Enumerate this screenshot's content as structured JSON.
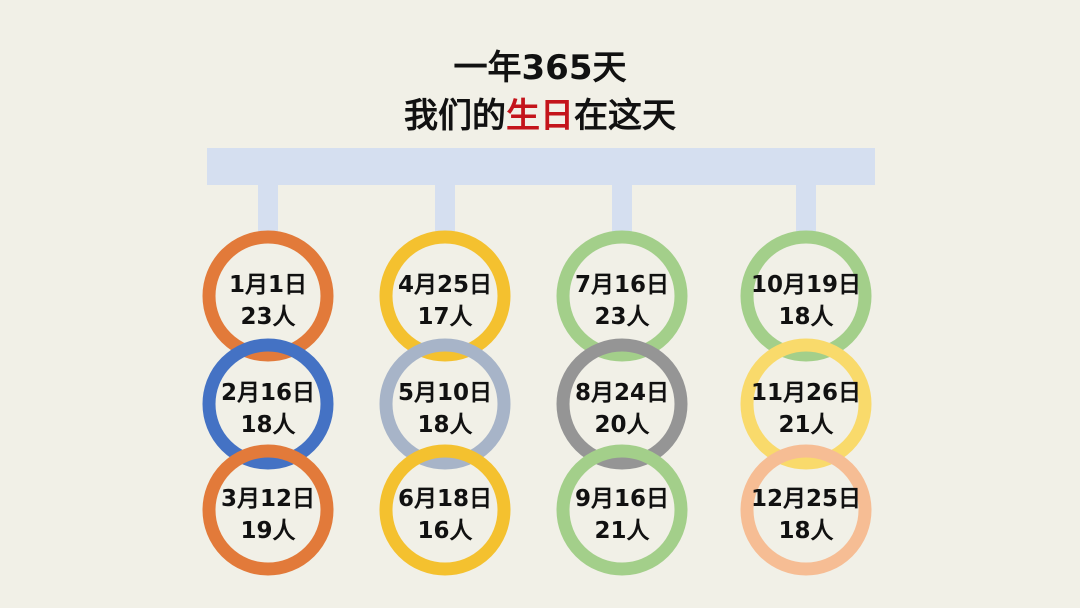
{
  "title": {
    "line1": "一年365天",
    "line2_before": "我们的",
    "line2_highlight": "生日",
    "line2_after": "在这天"
  },
  "colors": {
    "background": "#f1f0e7",
    "bar": "#d5dff0",
    "highlight": "#c4141b"
  },
  "chart_data": {
    "type": "table",
    "columns": [
      {
        "entries": [
          {
            "date": "1月1日",
            "count": "23人",
            "color": "#e27a3a"
          },
          {
            "date": "2月16日",
            "count": "18人",
            "color": "#4472c4"
          },
          {
            "date": "3月12日",
            "count": "19人",
            "color": "#e27a3a"
          }
        ]
      },
      {
        "entries": [
          {
            "date": "4月25日",
            "count": "17人",
            "color": "#f4c12f"
          },
          {
            "date": "5月10日",
            "count": "18人",
            "color": "#a7b4c8"
          },
          {
            "date": "6月18日",
            "count": "16人",
            "color": "#f4c12f"
          }
        ]
      },
      {
        "entries": [
          {
            "date": "7月16日",
            "count": "23人",
            "color": "#a3cf8a"
          },
          {
            "date": "8月24日",
            "count": "20人",
            "color": "#959595"
          },
          {
            "date": "9月16日",
            "count": "21人",
            "color": "#a3cf8a"
          }
        ]
      },
      {
        "entries": [
          {
            "date": "10月19日",
            "count": "18人",
            "color": "#a3cf8a"
          },
          {
            "date": "11月26日",
            "count": "21人",
            "color": "#f9da6b"
          },
          {
            "date": "12月25日",
            "count": "18人",
            "color": "#f6bd94"
          }
        ]
      }
    ]
  }
}
